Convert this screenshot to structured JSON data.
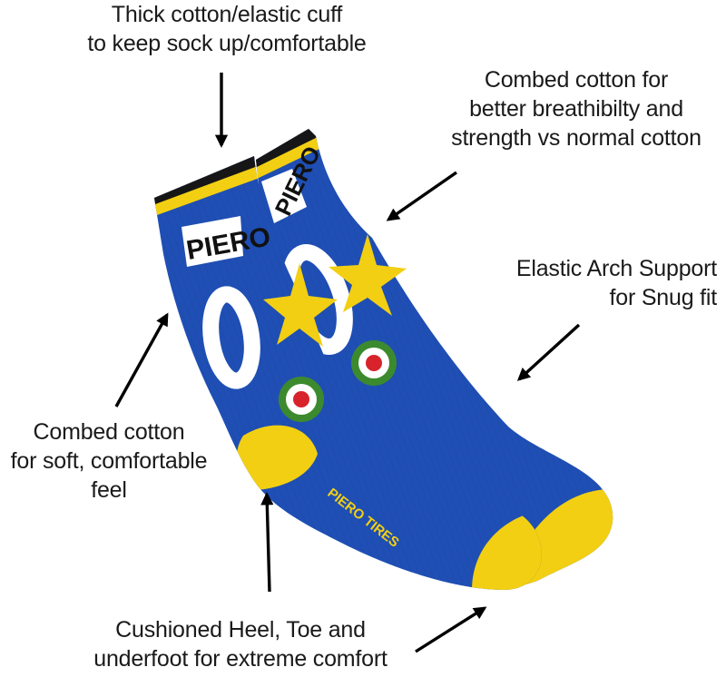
{
  "callouts": {
    "cuff": [
      "Thick cotton/elastic cuff",
      "to keep sock up/comfortable"
    ],
    "combed_breath": [
      "Combed cotton for",
      "better breathibilty and",
      "strength vs normal cotton"
    ],
    "arch": [
      "Elastic Arch Support",
      "for Snug fit"
    ],
    "combed_soft": [
      "Combed cotton",
      "for soft, comfortable",
      "feel"
    ],
    "heel": [
      "Cushioned Heel, Toe and",
      "underfoot for extreme comfort"
    ]
  },
  "sock_print": {
    "name_text": "PIERO",
    "number_text": "0",
    "sole_text": "PIERO TIRES"
  },
  "colors": {
    "sock_blue": "#1f4fb4",
    "sock_blue_dark": "#173f95",
    "accent_yellow": "#f2cf12",
    "cuff_black": "#161616",
    "roundel_red": "#d8232a",
    "roundel_green": "#3c8a2e",
    "arrow": "#000000"
  }
}
